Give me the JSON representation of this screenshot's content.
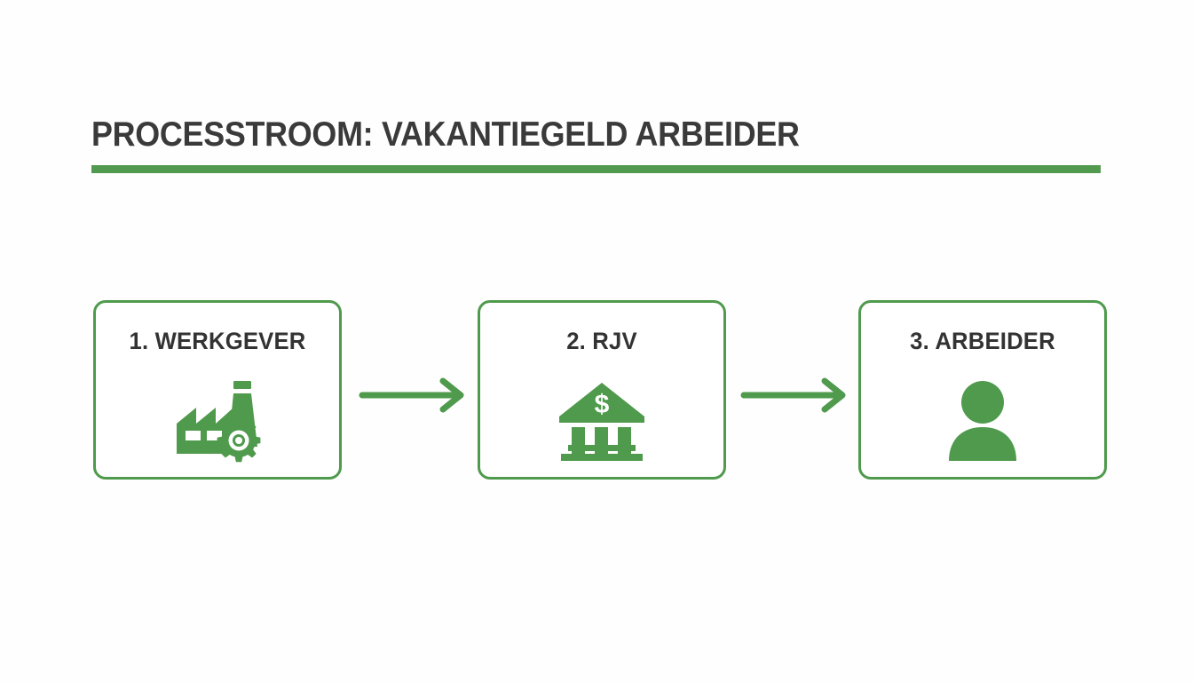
{
  "document": {
    "title": "PROCESSTROOM: VAKANTIEGELD ARBEIDER",
    "background_color": "#fefefe"
  },
  "theme": {
    "accent_green": "#4f9a4c",
    "rule_green": "#529a4f",
    "text_dark": "#3a3a3a",
    "label_dark": "#333333",
    "box_fill": "#ffffff"
  },
  "diagram": {
    "type": "process-flow",
    "direction": "left-to-right",
    "steps": [
      {
        "number": "1.",
        "label": "1. WERKGEVER",
        "name": "werkgever",
        "icon": "factory-icon"
      },
      {
        "number": "2.",
        "label": "2. RJV",
        "name": "rjv",
        "icon": "bank-dollar-icon"
      },
      {
        "number": "3.",
        "label": "3. ARBEIDER",
        "name": "arbeider",
        "icon": "person-icon"
      }
    ],
    "connectors": [
      {
        "name": "arrow-werkgever-to-rjv",
        "icon": "arrow-right-icon"
      },
      {
        "name": "arrow-rjv-to-arbeider",
        "icon": "arrow-right-icon"
      }
    ]
  }
}
